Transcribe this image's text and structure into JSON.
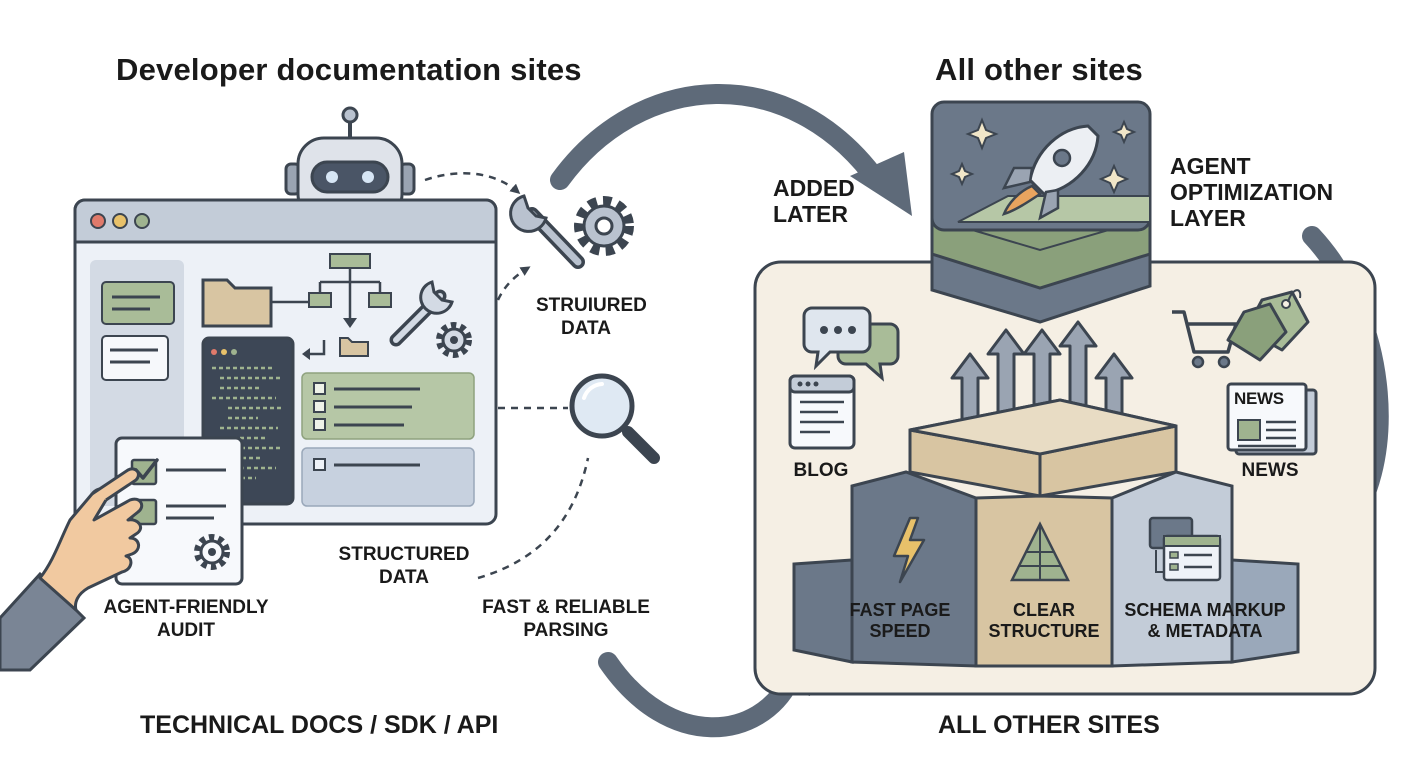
{
  "left": {
    "title": "Developer documentation sites",
    "structured_data_top": [
      "STRUIURED",
      "DATA"
    ],
    "structured_data_bottom": [
      "STRUCTURED",
      "DATA"
    ],
    "audit": [
      "AGENT-FRIENDLY",
      "AUDIT"
    ],
    "parsing": [
      "FAST & RELIABLE",
      "PARSING"
    ],
    "footer": "TECHNICAL DOCS / SDK / API"
  },
  "right": {
    "title": "All other sites",
    "added_later": [
      "ADDED",
      "LATER"
    ],
    "layer": [
      "AGENT",
      "OPTIMIZATION",
      "LAYER"
    ],
    "blog": "BLOG",
    "news": "NEWS",
    "news_badge": "NEWS",
    "pillars": [
      {
        "line1": "FAST PAGE",
        "line2": "SPEED"
      },
      {
        "line1": "CLEAR",
        "line2": "STRUCTURE"
      },
      {
        "line1": "SCHEMA MARKUP",
        "line2": "& METADATA"
      }
    ],
    "footer": "ALL OTHER SITES"
  },
  "colors": {
    "outline": "#3c4550",
    "slate": "#6b7889",
    "slate_light": "#b9c2cf",
    "sage": "#9fb38f",
    "tan": "#d8c5a2",
    "cream": "#f5efe4",
    "window_bg": "#edf1f7"
  }
}
